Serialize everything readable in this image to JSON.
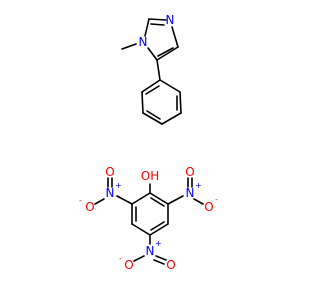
{
  "molecules": [
    {
      "name": "1-methyl-5-phenylimidazole",
      "atoms": {
        "n_methyl": "N",
        "n_ring": "N"
      }
    },
    {
      "name": "picric acid",
      "atoms": {
        "hydroxyl": "OH",
        "nitro_left_n": "N",
        "nitro_left_o1": "O",
        "nitro_left_o2": "O",
        "nitro_right_n": "N",
        "nitro_right_o1": "O",
        "nitro_right_o2": "O",
        "nitro_bottom_n": "N",
        "nitro_bottom_o1": "O",
        "nitro_bottom_o2": "O"
      },
      "charges": {
        "plus": "+",
        "minus": "-"
      }
    }
  ],
  "colors": {
    "bond": "#000000",
    "nitrogen": "#0000ff",
    "oxygen": "#ff0000",
    "background": "#ffffff"
  }
}
